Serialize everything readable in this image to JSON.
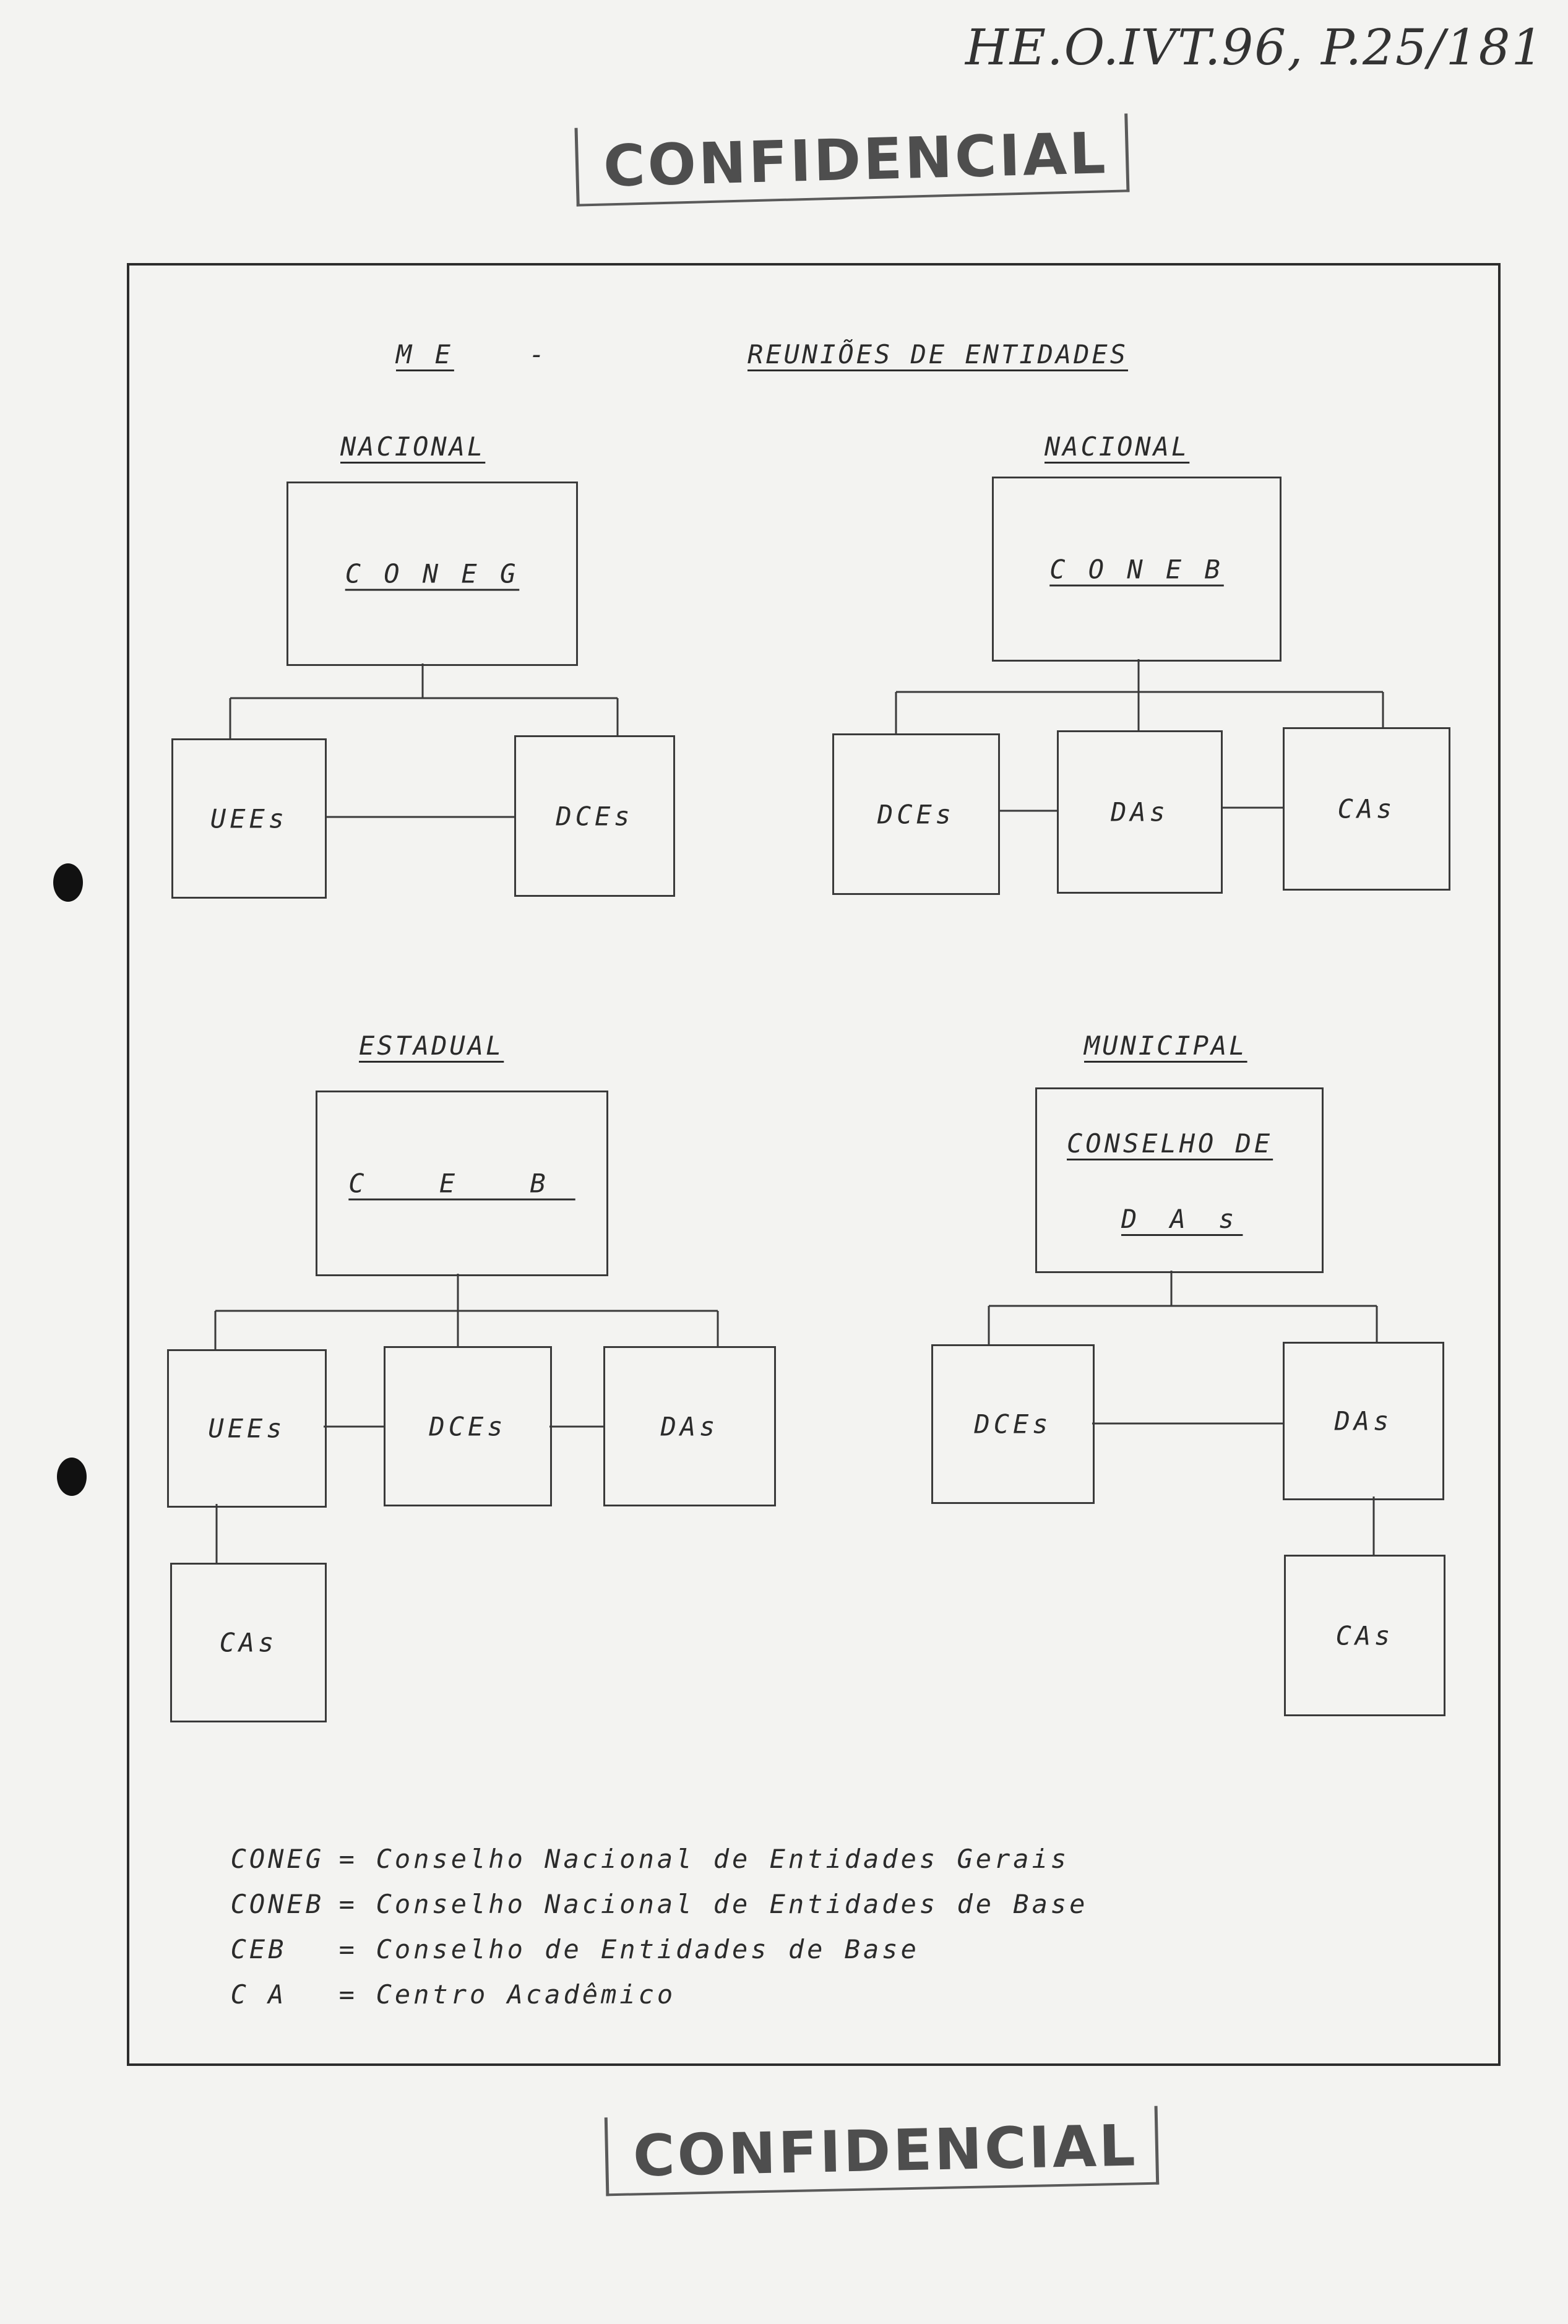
{
  "archive_ref": "HE.O.IVT.96, P.25/181",
  "stamp_top": "CONFIDENCIAL",
  "stamp_bottom": "CONFIDENCIAL",
  "header": {
    "left": "M E",
    "dash": "-",
    "right": "REUNIÕES DE ENTIDADES"
  },
  "sections": {
    "nacional_left": {
      "level": "NACIONAL",
      "root": "C O N E G",
      "children": [
        "UEEs",
        "DCEs"
      ]
    },
    "nacional_right": {
      "level": "NACIONAL",
      "root": "C O N E B",
      "children": [
        "DCEs",
        "DAs",
        "CAs"
      ]
    },
    "estadual": {
      "level": "ESTADUAL",
      "root": "C E B",
      "children": [
        "UEEs",
        "DCEs",
        "DAs"
      ],
      "sub": "CAs"
    },
    "municipal": {
      "level": "MUNICIPAL",
      "root_line1": "CONSELHO DE",
      "root_line2": "D A s",
      "children": [
        "DCEs",
        "DAs"
      ],
      "sub": "CAs"
    }
  },
  "legend": [
    {
      "abbr": "CONEG",
      "sep": "=",
      "text": "Conselho Nacional de Entidades Gerais"
    },
    {
      "abbr": "CONEB",
      "sep": "=",
      "text": "Conselho Nacional de Entidades de Base"
    },
    {
      "abbr": "CEB",
      "sep": "=",
      "text": "Conselho de Entidades de Base"
    },
    {
      "abbr": "C A",
      "sep": "=",
      "text": "Centro Acadêmico"
    }
  ]
}
